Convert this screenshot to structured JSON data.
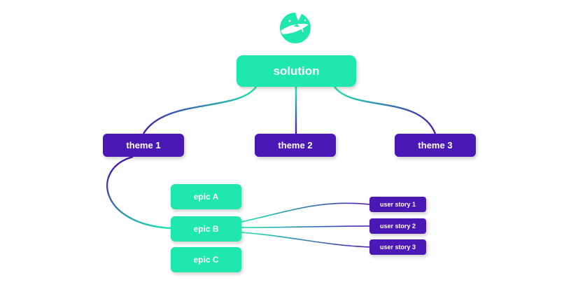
{
  "diagram": {
    "root": {
      "label": "solution"
    },
    "themes": [
      {
        "label": "theme 1"
      },
      {
        "label": "theme 2"
      },
      {
        "label": "theme 3"
      }
    ],
    "epics": [
      {
        "label": "epic A"
      },
      {
        "label": "epic B"
      },
      {
        "label": "epic C"
      }
    ],
    "stories": [
      {
        "label": "user story 1"
      },
      {
        "label": "user story 2"
      },
      {
        "label": "user story 3"
      }
    ],
    "edges": [
      [
        "solution",
        "theme 1"
      ],
      [
        "solution",
        "theme 2"
      ],
      [
        "solution",
        "theme 3"
      ],
      [
        "theme 1",
        "epic B"
      ],
      [
        "epic B",
        "user story 1"
      ],
      [
        "epic B",
        "user story 2"
      ],
      [
        "epic B",
        "user story 3"
      ]
    ]
  },
  "colors": {
    "teal": "#1ee8ad",
    "purple": "#4a18b5",
    "background": "#ffffff"
  },
  "logo": {
    "icon": "moon-logo-icon"
  }
}
